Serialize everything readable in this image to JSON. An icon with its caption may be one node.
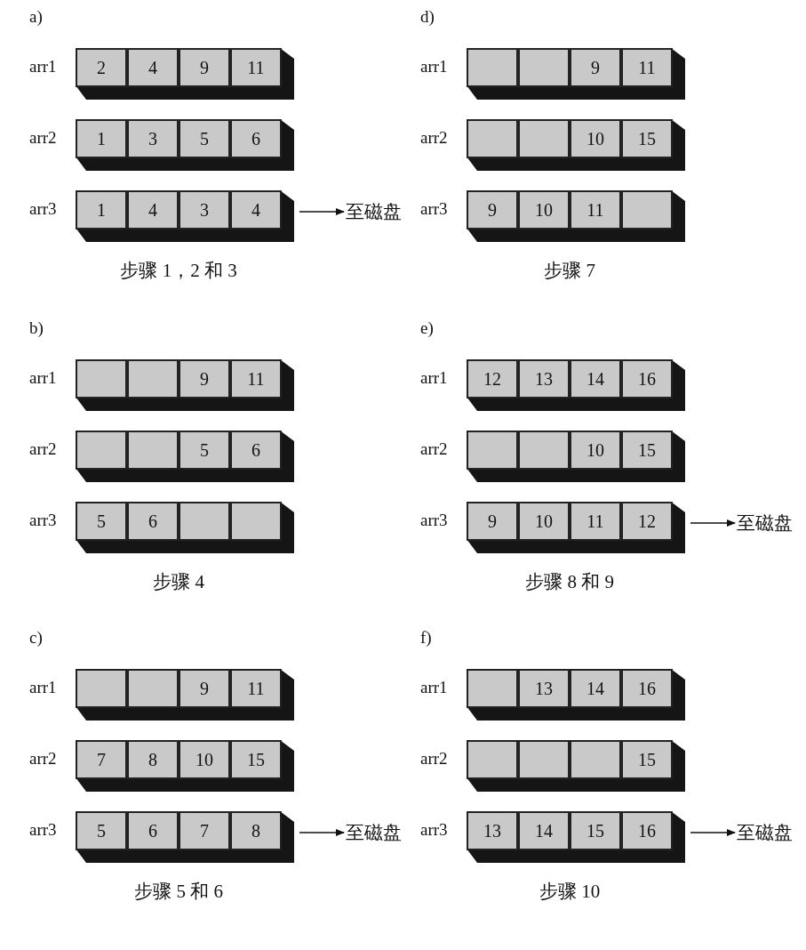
{
  "diagram": {
    "nodes": [
      {
        "text": [],
        "shape": "bar",
        "beside": [
          "arr1"
        ]
      },
      {
        "text": [
          "2"
        ],
        "in": 0
      },
      {
        "text": [
          "4"
        ],
        "in": 0
      },
      {
        "text": [
          "9"
        ],
        "in": 0
      },
      {
        "text": [
          "11"
        ],
        "in": 0
      },
      {
        "text": [],
        "shape": "bar",
        "beside": [
          "arr2"
        ]
      },
      {
        "text": [
          "1"
        ],
        "in": 5
      },
      {
        "text": [
          "3"
        ],
        "in": 5
      },
      {
        "text": [
          "5"
        ],
        "in": 5
      },
      {
        "text": [
          "6"
        ],
        "in": 5
      },
      {
        "text": [],
        "shape": "bar",
        "beside": [
          "arr3"
        ]
      },
      {
        "text": [
          "1"
        ],
        "in": 10
      },
      {
        "text": [
          "4"
        ],
        "in": 10
      },
      {
        "text": [
          "3"
        ],
        "in": 10
      },
      {
        "text": [
          "4"
        ],
        "in": 10
      },
      {
        "text": [
          "至磁盘"
        ]
      },
      {
        "text": [],
        "shape": "bar",
        "beside": [
          "arr1"
        ]
      },
      {
        "text": [],
        "shape": "box",
        "in": 16
      },
      {
        "text": [],
        "shape": "box",
        "in": 16
      },
      {
        "text": [
          "9"
        ],
        "in": 16
      },
      {
        "text": [
          "11"
        ],
        "in": 16
      },
      {
        "text": [],
        "shape": "bar",
        "beside": [
          "arr2"
        ]
      },
      {
        "text": [],
        "shape": "box",
        "in": 21
      },
      {
        "text": [],
        "shape": "box",
        "in": 21
      },
      {
        "text": [
          "5"
        ],
        "in": 21
      },
      {
        "text": [
          "6"
        ],
        "in": 21
      },
      {
        "text": [],
        "shape": "bar",
        "beside": [
          "arr3"
        ]
      },
      {
        "text": [
          "5"
        ],
        "in": 26
      },
      {
        "text": [
          "6"
        ],
        "in": 26
      },
      {
        "text": [],
        "shape": "box",
        "in": 26
      },
      {
        "text": [],
        "shape": "box",
        "in": 26
      },
      {
        "text": [],
        "shape": "bar",
        "beside": [
          "arr1"
        ]
      },
      {
        "text": [],
        "shape": "box",
        "in": 31
      },
      {
        "text": [],
        "shape": "box",
        "in": 31
      },
      {
        "text": [
          "9"
        ],
        "in": 31
      },
      {
        "text": [
          "11"
        ],
        "in": 31
      },
      {
        "text": [],
        "shape": "bar",
        "beside": [
          "arr2"
        ]
      },
      {
        "text": [
          "7"
        ],
        "in": 36
      },
      {
        "text": [
          "8"
        ],
        "in": 36
      },
      {
        "text": [
          "10"
        ],
        "in": 36
      },
      {
        "text": [
          "15"
        ],
        "in": 36
      },
      {
        "text": [],
        "shape": "bar",
        "beside": [
          "arr3"
        ]
      },
      {
        "text": [
          "5"
        ],
        "in": 41
      },
      {
        "text": [
          "6"
        ],
        "in": 41
      },
      {
        "text": [
          "7"
        ],
        "in": 41
      },
      {
        "text": [
          "8"
        ],
        "in": 41
      },
      {
        "text": [
          "至磁盘"
        ]
      },
      {
        "text": [],
        "shape": "bar",
        "beside": [
          "arr1"
        ]
      },
      {
        "text": [],
        "shape": "box",
        "in": 47
      },
      {
        "text": [],
        "shape": "box",
        "in": 47
      },
      {
        "text": [
          "9"
        ],
        "in": 47
      },
      {
        "text": [
          "11"
        ],
        "in": 47
      },
      {
        "text": [],
        "shape": "bar",
        "beside": [
          "arr2"
        ]
      },
      {
        "text": [],
        "shape": "box",
        "in": 52
      },
      {
        "text": [],
        "shape": "box",
        "in": 52
      },
      {
        "text": [
          "10"
        ],
        "in": 52
      },
      {
        "text": [
          "15"
        ],
        "in": 52
      },
      {
        "text": [],
        "shape": "bar",
        "beside": [
          "arr3"
        ]
      },
      {
        "text": [
          "9"
        ],
        "in": 57
      },
      {
        "text": [
          "10"
        ],
        "in": 57
      },
      {
        "text": [
          "11"
        ],
        "in": 57
      },
      {
        "text": [],
        "shape": "box",
        "in": 57
      },
      {
        "text": [],
        "shape": "bar",
        "beside": [
          "arr1"
        ]
      },
      {
        "text": [
          "12"
        ],
        "in": 62
      },
      {
        "text": [
          "13"
        ],
        "in": 62
      },
      {
        "text": [
          "14"
        ],
        "in": 62
      },
      {
        "text": [
          "16"
        ],
        "in": 62
      },
      {
        "text": [],
        "shape": "bar",
        "beside": [
          "arr2"
        ]
      },
      {
        "text": [],
        "shape": "box",
        "in": 67
      },
      {
        "text": [],
        "shape": "box",
        "in": 67
      },
      {
        "text": [
          "10"
        ],
        "in": 67
      },
      {
        "text": [
          "15"
        ],
        "in": 67
      },
      {
        "text": [],
        "shape": "bar",
        "beside": [
          "arr3"
        ]
      },
      {
        "text": [
          "9"
        ],
        "in": 72
      },
      {
        "text": [
          "10"
        ],
        "in": 72
      },
      {
        "text": [
          "11"
        ],
        "in": 72
      },
      {
        "text": [
          "12"
        ],
        "in": 72
      },
      {
        "text": [
          "至磁盘"
        ]
      },
      {
        "text": [],
        "shape": "bar",
        "beside": [
          "arr1"
        ]
      },
      {
        "text": [],
        "shape": "box",
        "in": 78
      },
      {
        "text": [
          "13"
        ],
        "in": 78
      },
      {
        "text": [
          "14"
        ],
        "in": 78
      },
      {
        "text": [
          "16"
        ],
        "in": 78
      },
      {
        "text": [],
        "shape": "bar",
        "beside": [
          "arr2"
        ]
      },
      {
        "text": [],
        "shape": "box",
        "in": 83
      },
      {
        "text": [],
        "shape": "box",
        "in": 83
      },
      {
        "text": [],
        "shape": "box",
        "in": 83
      },
      {
        "text": [
          "15"
        ],
        "in": 83
      },
      {
        "text": [],
        "shape": "bar",
        "beside": [
          "arr3"
        ]
      },
      {
        "text": [
          "13"
        ],
        "in": 88
      },
      {
        "text": [
          "14"
        ],
        "in": 88
      },
      {
        "text": [
          "15"
        ],
        "in": 88
      },
      {
        "text": [
          "16"
        ],
        "in": 88
      },
      {
        "text": [
          "至磁盘"
        ]
      }
    ],
    "edges": [
      {
        "from": 10,
        "to": 15,
        "arrow": "to"
      },
      {
        "from": 41,
        "to": 46,
        "arrow": "to"
      },
      {
        "from": 72,
        "to": 77,
        "arrow": "to"
      },
      {
        "from": 88,
        "to": 93,
        "arrow": "to"
      }
    ],
    "labels": [
      "a)",
      "步骤 1，2 和 3",
      "b)",
      "步骤 4",
      "c)",
      "步骤 5 和 6",
      "d)",
      "步骤 7",
      "e)",
      "步骤 8 和 9",
      "f)",
      "步骤 10"
    ]
  }
}
